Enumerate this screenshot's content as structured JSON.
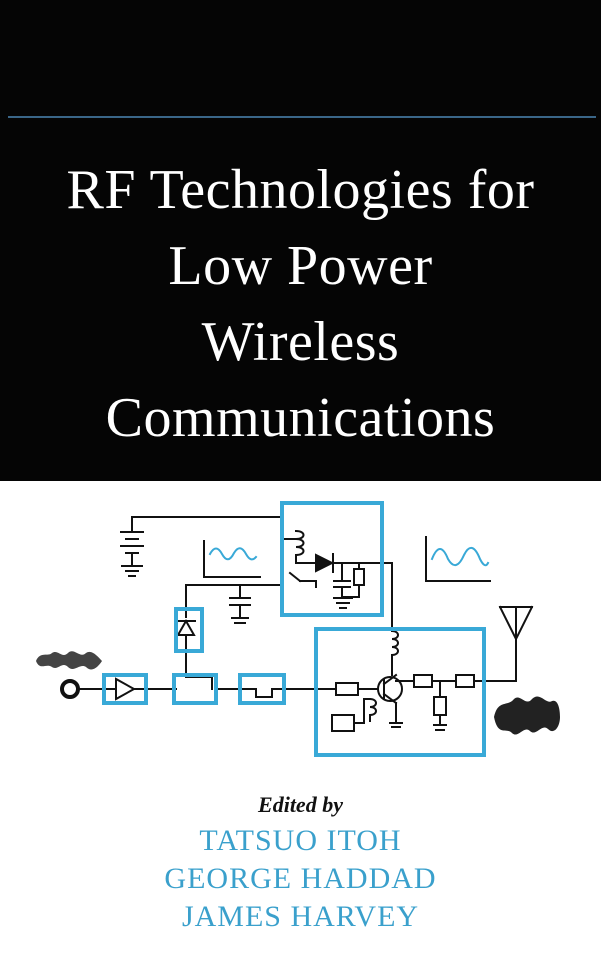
{
  "title": {
    "lines": [
      "RF Technologies for",
      "Low Power",
      "Wireless",
      "Communications"
    ]
  },
  "credits": {
    "edited_by": "Edited by",
    "editors": [
      "TATSUO ITOH",
      "GEORGE HADDAD",
      "JAMES HARVEY"
    ]
  },
  "colors": {
    "band": "#050505",
    "rule": "#3a6688",
    "accent": "#39a9d7",
    "title_text": "#ffffff",
    "editor_text": "#3aa0cc"
  },
  "icons": [
    "battery-icon",
    "diode-icon",
    "capacitor-icon",
    "antenna-icon",
    "transistor-icon",
    "inductor-icon",
    "resistor-icon",
    "amplifier-icon",
    "waveform-icon",
    "signal-blob-icon"
  ]
}
